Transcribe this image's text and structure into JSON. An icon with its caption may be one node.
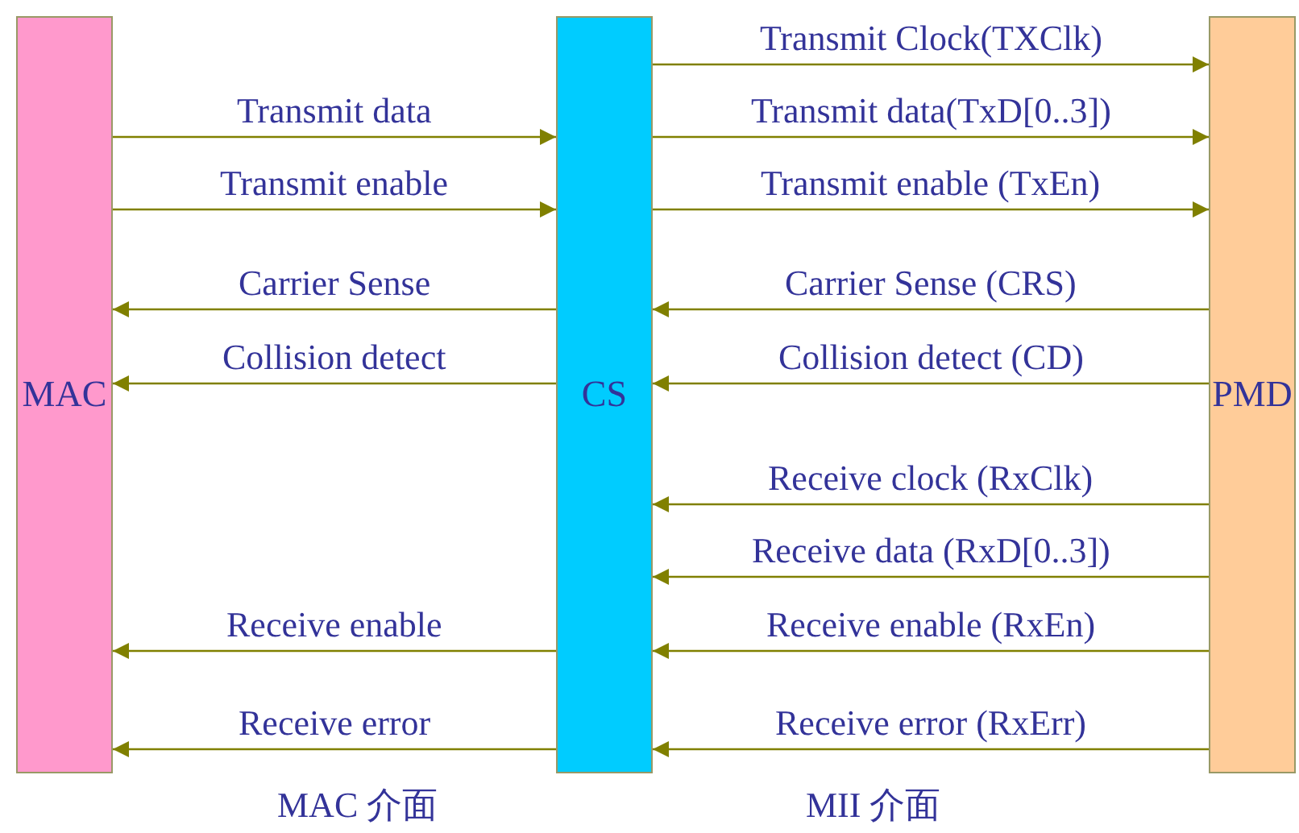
{
  "diagram": {
    "nodes": [
      {
        "text": [
          "MAC"
        ]
      },
      {
        "text": [
          "CS"
        ]
      },
      {
        "text": [
          "PMD"
        ]
      }
    ],
    "edges": [
      {
        "from": 1,
        "to": 2,
        "arrow": "to",
        "label": "Transmit Clock(TXClk)"
      },
      {
        "from": 0,
        "to": 1,
        "arrow": "to",
        "label": "Transmit data"
      },
      {
        "from": 1,
        "to": 2,
        "arrow": "to",
        "label": "Transmit data(TxD[0..3])"
      },
      {
        "from": 0,
        "to": 1,
        "arrow": "to",
        "label": "Transmit enable"
      },
      {
        "from": 1,
        "to": 2,
        "arrow": "to",
        "label": "Transmit enable (TxEn)"
      },
      {
        "from": 1,
        "to": 0,
        "arrow": "to",
        "label": "Carrier Sense"
      },
      {
        "from": 2,
        "to": 1,
        "arrow": "to",
        "label": "Carrier Sense (CRS)"
      },
      {
        "from": 1,
        "to": 0,
        "arrow": "to",
        "label": "Collision detect"
      },
      {
        "from": 2,
        "to": 1,
        "arrow": "to",
        "label": "Collision detect (CD)"
      },
      {
        "from": 2,
        "to": 1,
        "arrow": "to",
        "label": "Receive clock (RxClk)"
      },
      {
        "from": 2,
        "to": 1,
        "arrow": "to",
        "label": "Receive data (RxD[0..3])"
      },
      {
        "from": 1,
        "to": 0,
        "arrow": "to",
        "label": "Receive enable"
      },
      {
        "from": 2,
        "to": 1,
        "arrow": "to",
        "label": "Receive enable (RxEn)"
      },
      {
        "from": 1,
        "to": 0,
        "arrow": "to",
        "label": "Receive error"
      },
      {
        "from": 2,
        "to": 1,
        "arrow": "to",
        "label": "Receive error (RxErr)"
      }
    ],
    "labels": [
      "MAC 介面",
      "MII 介面"
    ]
  }
}
